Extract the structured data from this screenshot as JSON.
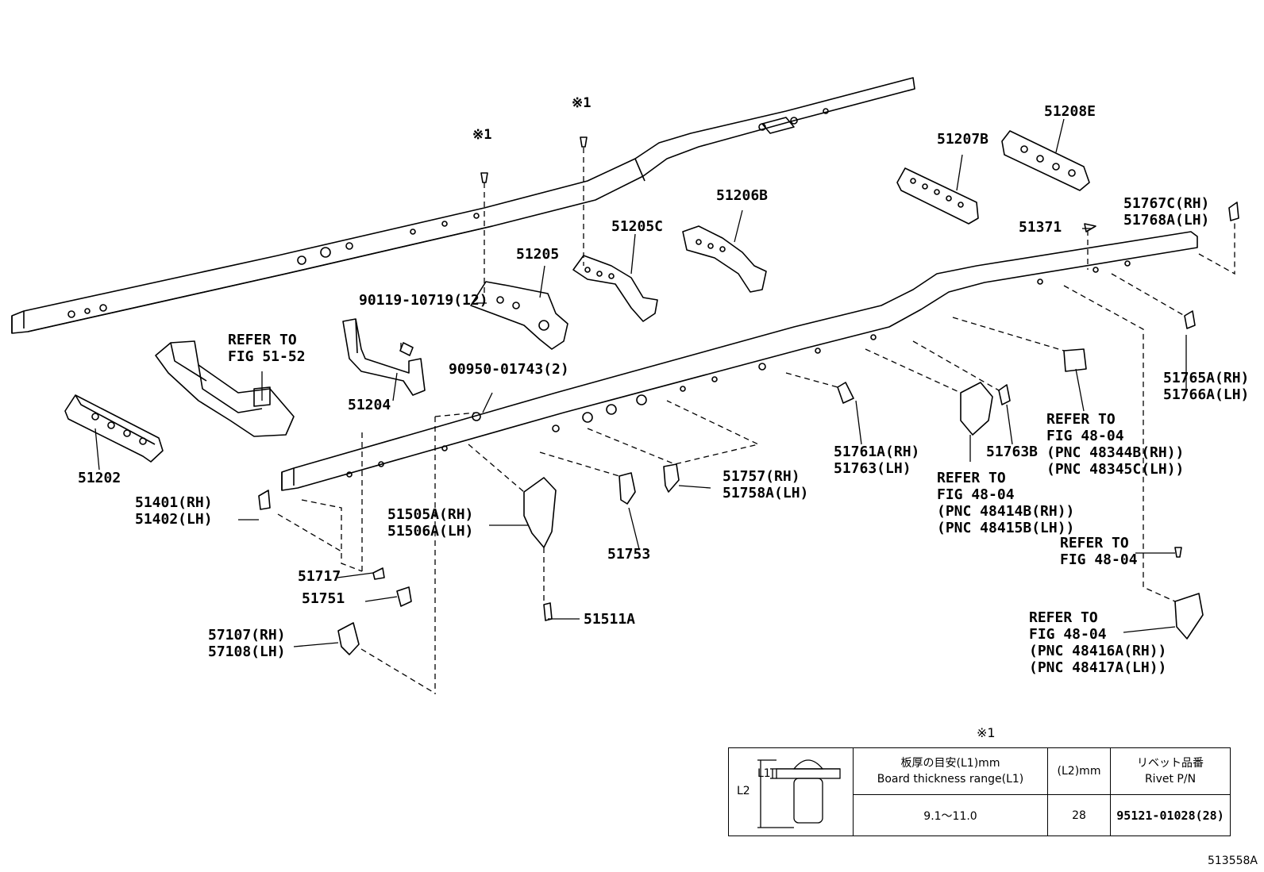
{
  "labels": {
    "p51208E": "51208E",
    "p51207B": "51207B",
    "p51206B": "51206B",
    "p51205C": "51205C",
    "p51205": "51205",
    "p51204": "51204",
    "p51202": "51202",
    "p51371": "51371",
    "p51767C": "51767C(RH)",
    "p51768A": "51768A(LH)",
    "p51765A": "51765A(RH)",
    "p51766A": "51766A(LH)",
    "bolt90119": "90119-10719(12)",
    "nut90950": "90950-01743(2)",
    "refer5152a": "REFER TO",
    "refer5152b": "FIG 51-52",
    "p51761A": "51761A(RH)",
    "p51763": "51763(LH)",
    "p51763B": "51763B",
    "refer48344a": "REFER TO",
    "refer48344b": "FIG 48-04",
    "refer48344c": "(PNC 48344B(RH))",
    "refer48344d": "(PNC 48345C(LH))",
    "refer48414a": "REFER TO",
    "refer48414b": "FIG 48-04",
    "refer48414c": "(PNC 48414B(RH))",
    "refer48414d": "(PNC 48415B(LH))",
    "refer4804a": "REFER TO",
    "refer4804b": "FIG 48-04",
    "refer48416a": "REFER TO",
    "refer48416b": "FIG 48-04",
    "refer48416c": "(PNC 48416A(RH))",
    "refer48416d": "(PNC 48417A(LH))",
    "p51401": "51401(RH)",
    "p51402": "51402(LH)",
    "p51505A": "51505A(RH)",
    "p51506A": "51506A(LH)",
    "p51757": "51757(RH)",
    "p51758A": "51758A(LH)",
    "p51753": "51753",
    "p51717": "51717",
    "p51751": "51751",
    "p57107": "57107(RH)",
    "p57108": "57108(LH)",
    "p51511A": "51511A",
    "rivetMark1": "※1",
    "rivetMark2": "※1"
  },
  "rivet_table": {
    "title": "※1",
    "head_thickness_jp": "板厚の目安(L1)mm",
    "head_thickness_en": "Board thickness range(L1)",
    "head_l2": "(L2)mm",
    "head_pn_jp": "リベット品番",
    "head_pn_en": "Rivet P/N",
    "dim_l1": "L1",
    "dim_l2": "L2",
    "thickness_value": "9.1～11.0",
    "l2_value": "28",
    "pn_value": "95121-01028(28)"
  },
  "figure_id": "513558A"
}
